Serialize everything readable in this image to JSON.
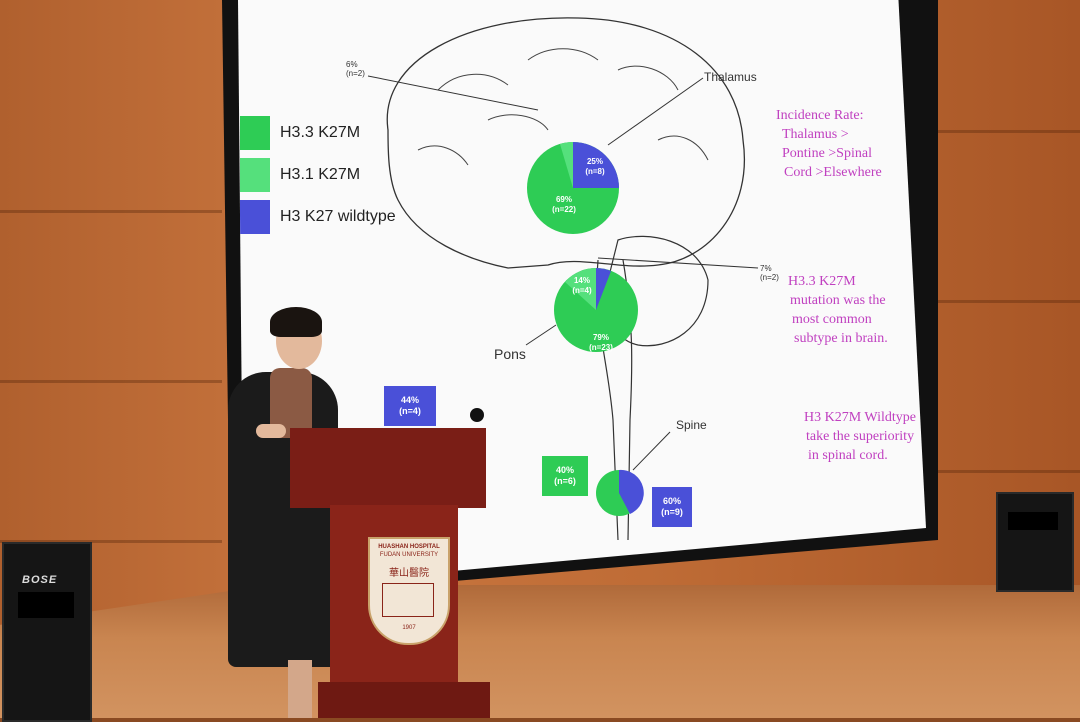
{
  "slide": {
    "legend": [
      {
        "label": "H3.3 K27M",
        "color": "#2ecc55"
      },
      {
        "label": "H3.1 K27M",
        "color": "#55e07c"
      },
      {
        "label": "H3 K27 wildtype",
        "color": "#4a50d8"
      }
    ],
    "regions": {
      "thalamus": "Thalamus",
      "pons": "Pons",
      "spine": "Spine"
    },
    "annotations": {
      "top_left": {
        "pct": "6%",
        "n": "(n=2)"
      },
      "right": {
        "pct": "7%",
        "n": "(n=2)"
      }
    },
    "thalamus_pie": {
      "wild_pct": "25%",
      "wild_n": "(n=8)",
      "main_pct": "69%",
      "main_n": "(n=22)"
    },
    "pons_pie": {
      "small_pct": "14%",
      "small_n": "(n=4)",
      "main_pct": "79%",
      "main_n": "(n=23)"
    },
    "boxes": {
      "box_44": {
        "pct": "44%",
        "n": "(n=4)"
      },
      "box_40": {
        "pct": "40%",
        "n": "(n=6)"
      },
      "box_60": {
        "pct": "60%",
        "n": "(n=9)"
      }
    },
    "notes": {
      "incidence": [
        "Incidence Rate:",
        "Thalamus >",
        "Pontine >Spinal",
        "Cord >Elsewhere"
      ],
      "h33": [
        "H3.3 K27M",
        "mutation was the",
        "most common",
        "subtype in brain."
      ],
      "wild": [
        "H3 K27M Wildtype",
        "take the superiority",
        "in spinal cord."
      ]
    }
  },
  "podium": {
    "crest_line1": "HUASHAN HOSPITAL",
    "crest_line2": "FUDAN UNIVERSITY",
    "crest_name": "華山醫院",
    "crest_year": "1907"
  },
  "speaker_brand": "BOSE"
}
